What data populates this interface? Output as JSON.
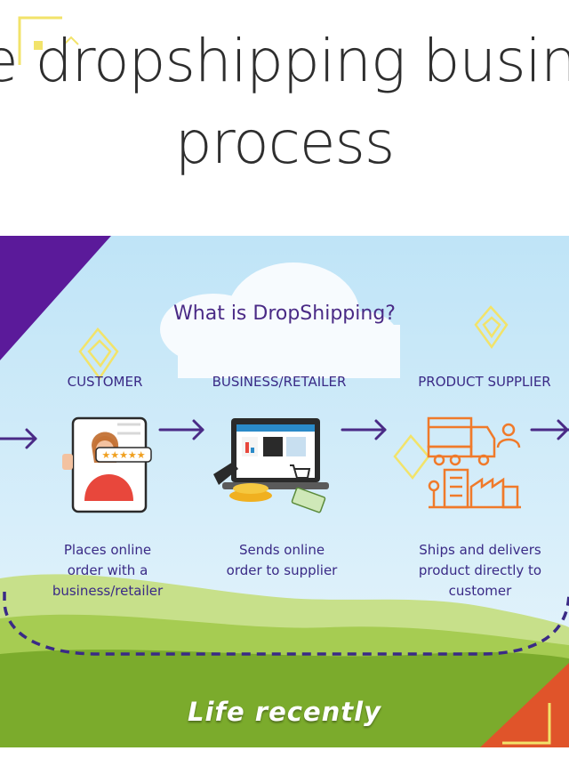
{
  "header": {
    "title_line1": "e dropshipping busin",
    "title_line2": "process"
  },
  "infographic": {
    "title": "What is DropShipping?",
    "steps": [
      {
        "label": "CUSTOMER",
        "description_lines": [
          "Places online",
          "order with a",
          "business/retailer"
        ]
      },
      {
        "label": "BUSINESS/RETAILER",
        "description_lines": [
          "Sends online",
          "order to supplier"
        ]
      },
      {
        "label": "PRODUCT SUPPLIER",
        "description_lines": [
          "Ships and delivers",
          "product directly to",
          "customer"
        ]
      }
    ],
    "icons": [
      "customer-illustration-icon",
      "laptop-store-icon",
      "supplier-logistics-icon",
      "arrow-right-icon",
      "diamond-sparkle-icon"
    ],
    "colors": {
      "primary_text": "#3a2a86",
      "accent_purple": "#5b1a9a",
      "orange": "#f07a2a",
      "grass": "#7bab2c",
      "sky": "#bfe3f6"
    }
  },
  "caption": {
    "text": "Life recently"
  }
}
